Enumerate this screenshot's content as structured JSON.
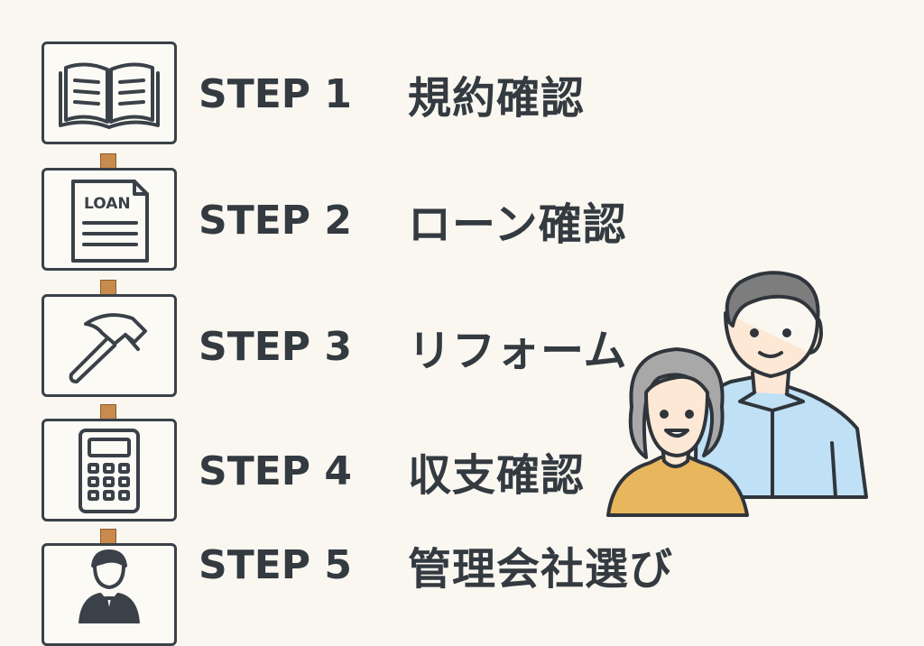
{
  "steps": [
    {
      "number": "STEP 1",
      "title": "規約確認",
      "icon": "open-book-icon"
    },
    {
      "number": "STEP 2",
      "title": "ローン確認",
      "icon": "loan-document-icon",
      "icon_text": "LOAN"
    },
    {
      "number": "STEP 3",
      "title": "リフォーム",
      "icon": "hammer-icon"
    },
    {
      "number": "STEP 4",
      "title": "収支確認",
      "icon": "calculator-icon"
    },
    {
      "number": "STEP 5",
      "title": "管理会社選び",
      "icon": "businessperson-icon"
    }
  ],
  "colors": {
    "line": "#3a4148",
    "background": "#faf7f1",
    "connector": "#c98a4d",
    "man_shirt": "#bfe0f5",
    "woman_top": "#e8b65c",
    "skin": "#fde8d5",
    "man_hair": "#7d7d7d",
    "woman_hair": "#a8a8a8"
  },
  "illustration": "elderly-couple-illustration"
}
